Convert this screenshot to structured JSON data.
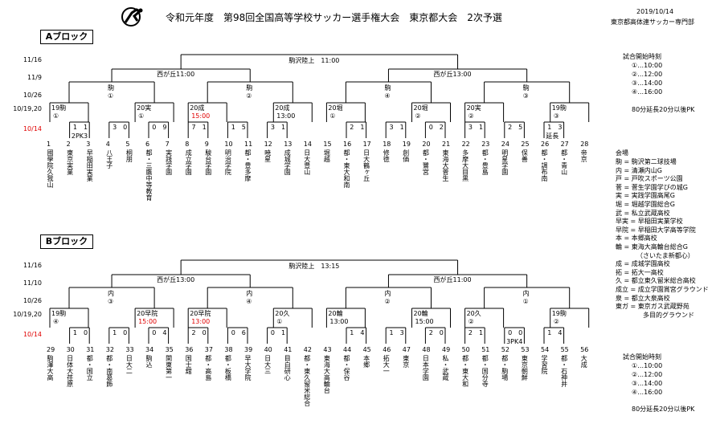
{
  "header": {
    "title": "令和元年度　第98回全国高等学校サッカー選手権大会　東京都大会　2次予選",
    "date": "2019/10/14",
    "org": "東京都高体連サッカー専門部"
  },
  "blocks": [
    {
      "name": "Aブロック",
      "rounds": [
        "11/16",
        "11/9",
        "10/26",
        "10/19,20",
        "10/14"
      ],
      "final": "駒沢陸上　11:00",
      "semis": [
        "西が丘11:00",
        "西が丘13:00"
      ],
      "qf": [
        {
          "venue": "駒",
          "num": "①"
        },
        {
          "venue": "駒",
          "num": "②"
        },
        {
          "venue": "駒",
          "num": "④"
        },
        {
          "venue": "駒",
          "num": "③"
        }
      ],
      "r2": [
        {
          "venue": "19駒",
          "num": "①"
        },
        {
          "venue": "20実",
          "num": "①"
        },
        {
          "venue": "20成",
          "num": "",
          "time": "15:00"
        },
        {
          "venue": "20成",
          "num": "",
          "time": "13:00"
        },
        {
          "venue": "20堀",
          "num": "①"
        },
        {
          "venue": "20堀",
          "num": "②"
        },
        {
          "venue": "20実",
          "num": "②"
        },
        {
          "venue": "19駒",
          "num": "③"
        }
      ],
      "r1": [
        {
          "score": "1　1",
          "note": "2PK3"
        },
        {
          "score": "3　0"
        },
        {
          "score": "0　9"
        },
        {
          "score": "7　1"
        },
        {
          "score": "1　5"
        },
        {
          "score": "3　1"
        },
        {
          "score": "2　1"
        },
        {
          "score": "3　1"
        },
        {
          "score": "0　2"
        },
        {
          "score": "3　1"
        },
        {
          "score": "2　5"
        },
        {
          "score": "1　3",
          "note": "延長"
        }
      ],
      "teams": [
        {
          "no": "1",
          "name": "國學院久我山"
        },
        {
          "no": "2",
          "name": "東京実業"
        },
        {
          "no": "3",
          "name": "早稲田実業"
        },
        {
          "no": "4",
          "name": "八王子"
        },
        {
          "no": "5",
          "name": "桐朋"
        },
        {
          "no": "6",
          "name": "都・三鷹中等教育"
        },
        {
          "no": "7",
          "name": "実践学園"
        },
        {
          "no": "8",
          "name": "成立学園"
        },
        {
          "no": "9",
          "name": "駿台学園"
        },
        {
          "no": "10",
          "name": "明治学院"
        },
        {
          "no": "11",
          "name": "都・豊多摩"
        },
        {
          "no": "12",
          "name": "暁星"
        },
        {
          "no": "13",
          "name": "成城学園"
        },
        {
          "no": "14",
          "name": "日大豊山"
        },
        {
          "no": "15",
          "name": "堀越"
        },
        {
          "no": "16",
          "name": "都・東大和南"
        },
        {
          "no": "17",
          "name": "日大鶴ヶ丘"
        },
        {
          "no": "18",
          "name": "修徳"
        },
        {
          "no": "19",
          "name": "創価"
        },
        {
          "no": "20",
          "name": "都・鷺宮"
        },
        {
          "no": "21",
          "name": "東海大菅生"
        },
        {
          "no": "22",
          "name": "多摩大目黒"
        },
        {
          "no": "23",
          "name": "都・豊島"
        },
        {
          "no": "24",
          "name": "明星学園"
        },
        {
          "no": "25",
          "name": "保善"
        },
        {
          "no": "26",
          "name": "都・調布南"
        },
        {
          "no": "27",
          "name": "都・青山"
        },
        {
          "no": "28",
          "name": "帝京"
        }
      ]
    },
    {
      "name": "Bブロック",
      "rounds": [
        "11/16",
        "11/10",
        "10/26",
        "10/19,20",
        "10/14"
      ],
      "final": "駒沢陸上　13:15",
      "semis": [
        "西が丘13:00",
        "西が丘11:00"
      ],
      "qf": [
        {
          "venue": "内",
          "num": "③"
        },
        {
          "venue": "内",
          "num": "④"
        },
        {
          "venue": "内",
          "num": "②"
        },
        {
          "venue": "内",
          "num": "①"
        }
      ],
      "r2": [
        {
          "venue": "19駒",
          "num": "④"
        },
        {
          "venue": "20早院",
          "num": "",
          "time": "15:00"
        },
        {
          "venue": "20早院",
          "num": "",
          "time": "13:00"
        },
        {
          "venue": "20久",
          "num": "①"
        },
        {
          "venue": "20輪",
          "num": "",
          "time": "13:00"
        },
        {
          "venue": "20輪",
          "num": "",
          "time": "15:00"
        },
        {
          "venue": "20久",
          "num": "②"
        },
        {
          "venue": "19駒",
          "num": "②"
        }
      ],
      "r1": [
        {
          "score": "1　0"
        },
        {
          "score": "1　0"
        },
        {
          "score": "0　4"
        },
        {
          "score": "2　0"
        },
        {
          "score": "0　6"
        },
        {
          "score": "0　1"
        },
        {
          "score": "1　4"
        },
        {
          "score": "1　3"
        },
        {
          "score": "2　0"
        },
        {
          "score": "2　1"
        },
        {
          "score": "0　0",
          "note": "3PK4"
        },
        {
          "score": "1　4"
        }
      ],
      "teams": [
        {
          "no": "29",
          "name": "駒澤大高"
        },
        {
          "no": "30",
          "name": "日体大荏原"
        },
        {
          "no": "31",
          "name": "都・国立"
        },
        {
          "no": "32",
          "name": "都・南葛飾"
        },
        {
          "no": "33",
          "name": "日大二"
        },
        {
          "no": "34",
          "name": "駒込"
        },
        {
          "no": "35",
          "name": "関東第一"
        },
        {
          "no": "36",
          "name": "国士舘"
        },
        {
          "no": "37",
          "name": "都・高島"
        },
        {
          "no": "38",
          "name": "都・板橋"
        },
        {
          "no": "39",
          "name": "早大学院"
        },
        {
          "no": "40",
          "name": "日大三"
        },
        {
          "no": "41",
          "name": "目白研心"
        },
        {
          "no": "42",
          "name": "都・東久留米総合"
        },
        {
          "no": "43",
          "name": "東海大高輪台"
        },
        {
          "no": "44",
          "name": "都・保谷"
        },
        {
          "no": "45",
          "name": "本郷"
        },
        {
          "no": "46",
          "name": "拓大一"
        },
        {
          "no": "47",
          "name": "東京"
        },
        {
          "no": "48",
          "name": "日本学園"
        },
        {
          "no": "49",
          "name": "私・武蔵"
        },
        {
          "no": "50",
          "name": "都・東大和"
        },
        {
          "no": "51",
          "name": "都・国分寺"
        },
        {
          "no": "52",
          "name": "都・駒場"
        },
        {
          "no": "53",
          "name": "東京朝鮮"
        },
        {
          "no": "54",
          "name": "学習院"
        },
        {
          "no": "55",
          "name": "都・石神井"
        },
        {
          "no": "56",
          "name": "大成"
        }
      ]
    }
  ],
  "side": {
    "start_title": "試合開始時刻",
    "start_times": [
      "①…10:00",
      "②…12:00",
      "③…14:00",
      "④…16:00"
    ],
    "extra": "80分延長20分以後PK",
    "venues_title": "会場",
    "venues": [
      "駒 = 駒沢第二球技場",
      "内 = 清瀬内山G",
      "戸 = 戸吹スポーツ公園",
      "菅 = 菅生学園学びの城G",
      "実 = 実践学園高尾G",
      "堀 = 堀越学園総合G",
      "武 = 私立武蔵高校",
      "早実 = 早稲田実業学校",
      "早院 = 早稲田大学高等学院",
      "本 = 本郷高校",
      "輪 = 東海大高輪台総合G",
      "（さいたま新都心）",
      "成 = 成城学園高校",
      "拓 = 拓大一高校",
      "久 = 都立東久留米総合高校",
      "成立 = 成立学園賞宮グラウンド",
      "泉 = 都立大泉高校",
      "東ガ = 東京ガス武蔵野苑",
      "多目的グラウンド"
    ]
  },
  "colors": {
    "win": "#e00000",
    "line": "#000000"
  }
}
